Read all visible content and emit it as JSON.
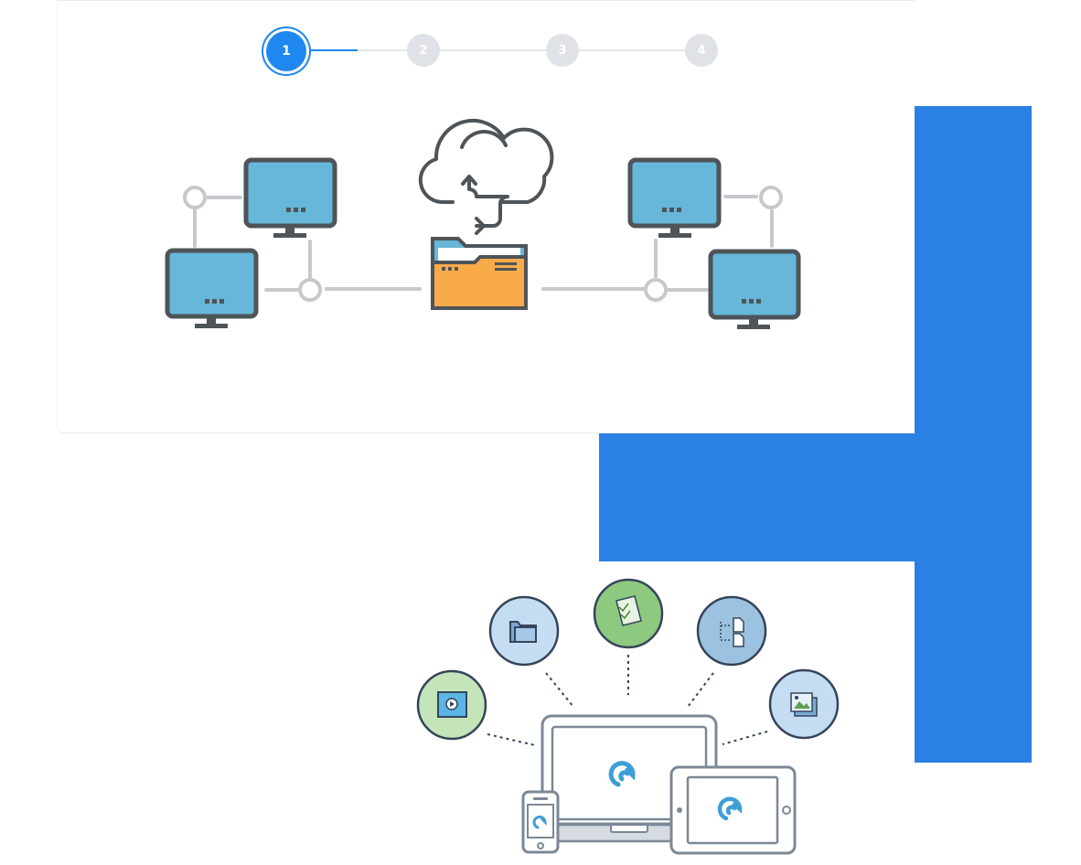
{
  "stepper": {
    "steps": [
      {
        "label": "1",
        "state": "active"
      },
      {
        "label": "2",
        "state": "inactive"
      },
      {
        "label": "3",
        "state": "inactive"
      },
      {
        "label": "4",
        "state": "inactive"
      }
    ]
  },
  "colors": {
    "accent": "#1F88F0",
    "blue_block": "#2B80E3",
    "monitor_screen": "#66B7D9",
    "folder": "#F9AB4A",
    "outline": "#4E5458",
    "connector": "#C6C9CC"
  },
  "network_illustration": {
    "monitor_screen_text": "...",
    "icons": [
      "cloud-sync-icon",
      "folder-icon",
      "monitor-icon"
    ]
  },
  "devices_illustration": {
    "icons": [
      "video-icon",
      "folder-icon",
      "document-icon",
      "file-tree-icon",
      "image-icon",
      "pcloud-logo-icon",
      "laptop-icon",
      "phone-icon",
      "tablet-icon"
    ]
  }
}
